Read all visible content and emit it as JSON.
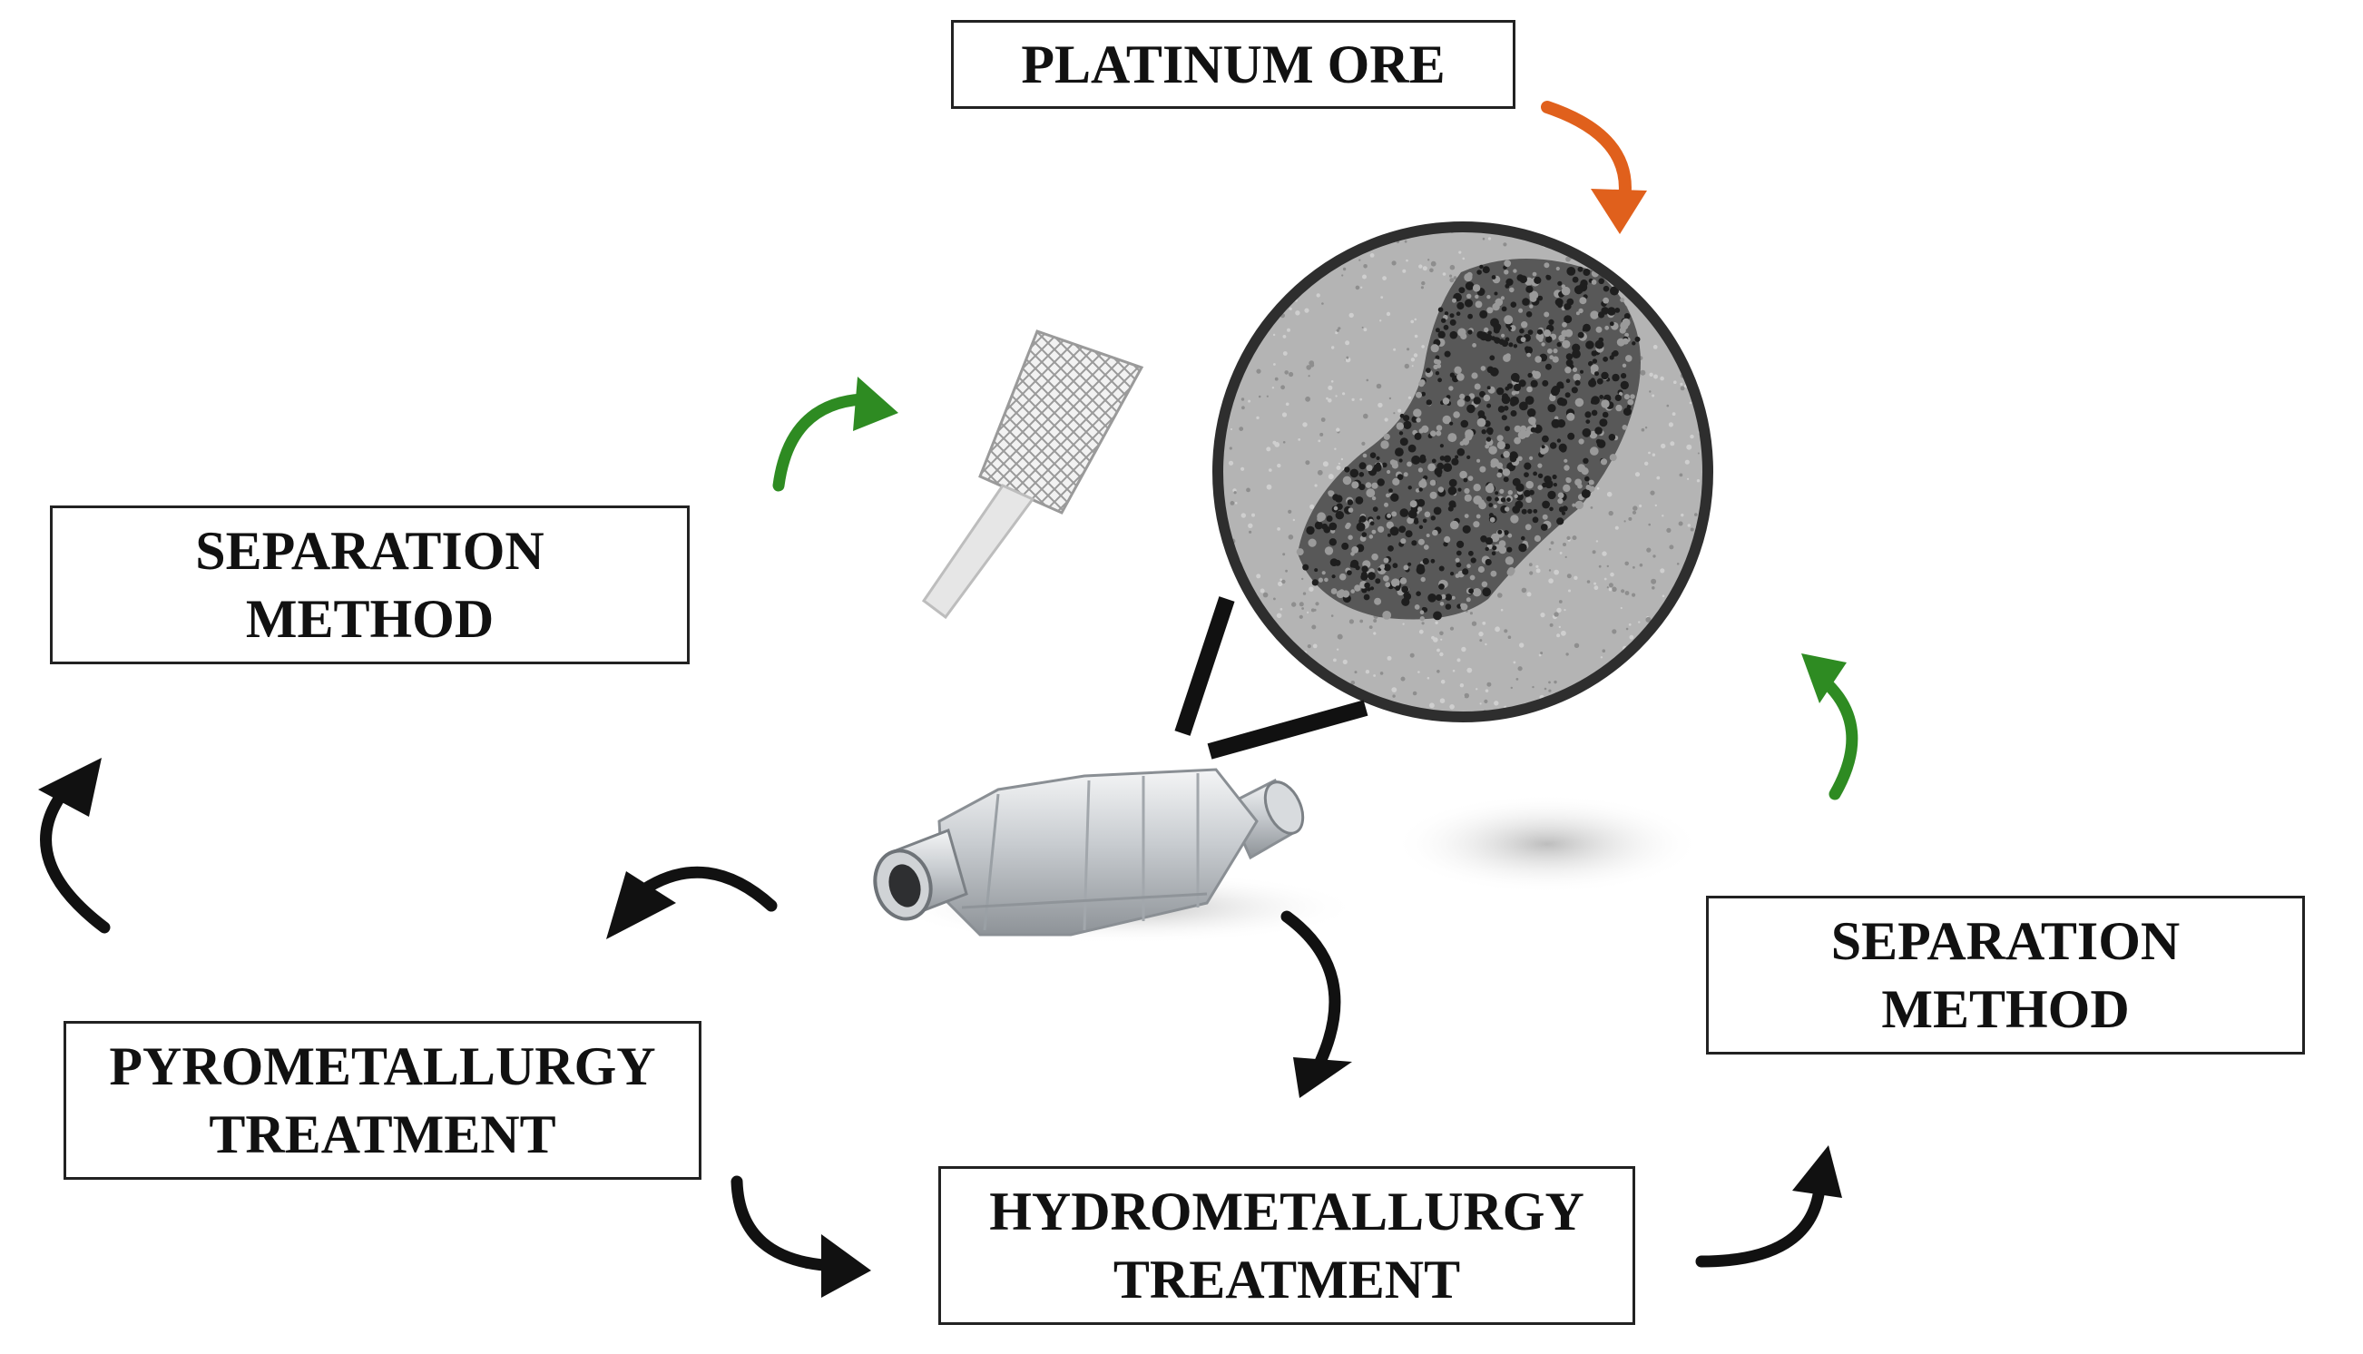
{
  "boxes": {
    "platinum_ore": "PLATINUM ORE",
    "separation_left": {
      "line1": "SEPARATION",
      "line2": "METHOD"
    },
    "separation_right": {
      "line1": "SEPARATION",
      "line2": "METHOD"
    },
    "pyrometallurgy": {
      "line1": "PYROMETALLURGY",
      "line2": "TREATMENT"
    },
    "hydrometallurgy": {
      "line1": "HYDROMETALLURGY",
      "line2": "TREATMENT"
    }
  },
  "colors": {
    "box_border": "#222222",
    "black_arrow": "#111111",
    "green_arrow": "#2e8b22",
    "orange_arrow": "#e0601c",
    "micrograph_bg": "#b4b4b4",
    "micrograph_dark": "#3c3c3c",
    "converter_metal": "#c8ccd0"
  },
  "icons": {
    "ore_arrow": "curved-arrow-down-icon",
    "green_arrows": "curved-arrow-icon",
    "black_arrows": "curved-arrow-icon",
    "catalyst_mesh": "mesh-electrode-icon",
    "converter": "catalytic-converter-icon",
    "micrograph": "nanoparticle-micrograph"
  }
}
